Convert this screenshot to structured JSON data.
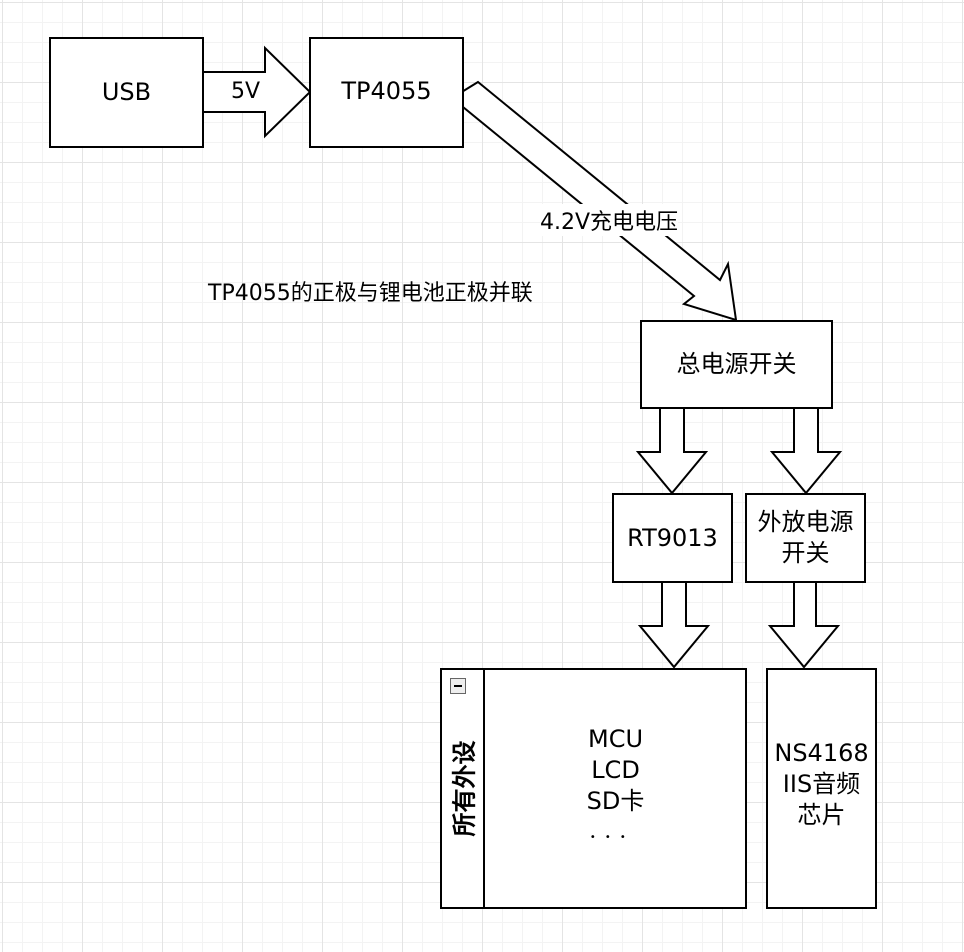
{
  "nodes": {
    "usb": "USB",
    "tp4055": "TP4055",
    "main_switch": "总电源开关",
    "rt9013": "RT9013",
    "speaker_switch": [
      "外放电源",
      "开关"
    ],
    "peripherals_title": "所有外设",
    "peripherals_items": [
      "MCU",
      "LCD",
      "SD卡",
      "．．．"
    ],
    "ns4168": [
      "NS4168",
      "IIS音频",
      "芯片"
    ]
  },
  "edges": {
    "usb_to_tp4055": "5V",
    "tp4055_to_switch": "4.2V充电电压"
  },
  "notes": {
    "battery_note": "TP4055的正极与锂电池正极并联"
  }
}
